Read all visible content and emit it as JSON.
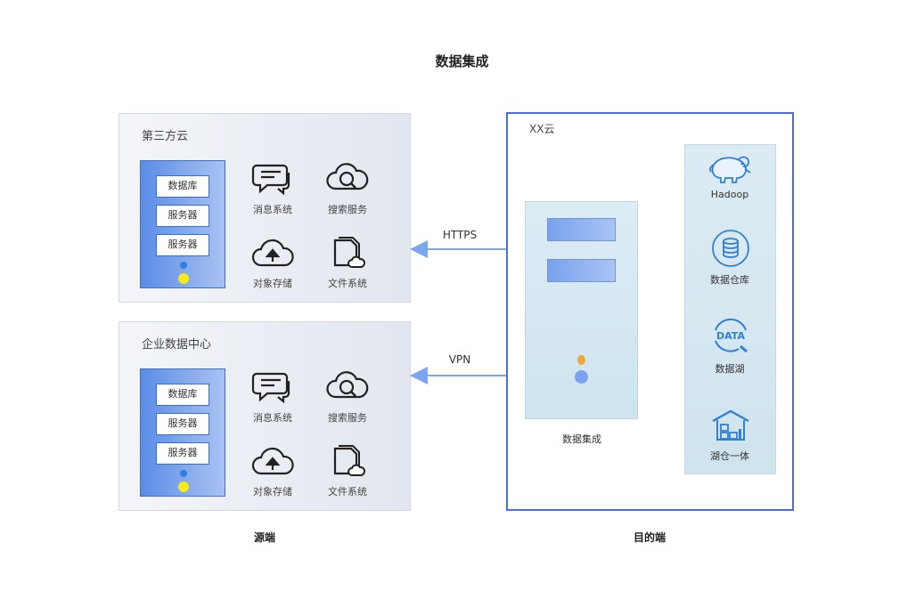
{
  "title": "数据集成",
  "source": {
    "panels": [
      {
        "label": "第三方云",
        "server_slots": [
          "数据库",
          "服务器",
          "服务器"
        ],
        "icons": [
          {
            "name": "message-icon",
            "label": "消息系统"
          },
          {
            "name": "search-icon",
            "label": "搜索服务"
          },
          {
            "name": "cloud-upload-icon",
            "label": "对象存储"
          },
          {
            "name": "file-system-icon",
            "label": "文件系统"
          }
        ]
      },
      {
        "label": "企业数据中心",
        "server_slots": [
          "数据库",
          "服务器",
          "服务器"
        ],
        "icons": [
          {
            "name": "message-icon",
            "label": "消息系统"
          },
          {
            "name": "search-icon",
            "label": "搜索服务"
          },
          {
            "name": "cloud-upload-icon",
            "label": "对象存储"
          },
          {
            "name": "file-system-icon",
            "label": "文件系统"
          }
        ]
      }
    ],
    "bottom_label": "源端"
  },
  "connections": [
    "HTTPS",
    "VPN"
  ],
  "destination": {
    "label": "XX云",
    "integration_label": "数据集成",
    "stack": [
      {
        "name": "hadoop-icon",
        "label": "Hadoop"
      },
      {
        "name": "data-warehouse-icon",
        "label": "数据仓库"
      },
      {
        "name": "data-lake-icon",
        "label": "数据湖",
        "icon_text": "DATA"
      },
      {
        "name": "lakehouse-icon",
        "label": "湖仓一体"
      }
    ],
    "bottom_label": "目的端"
  },
  "colors": {
    "arrow": "#7aa6ef",
    "dest_border": "#4a6fdc",
    "server_blue": "#5b8ce6",
    "icon_blue": "#2f7fd6"
  }
}
